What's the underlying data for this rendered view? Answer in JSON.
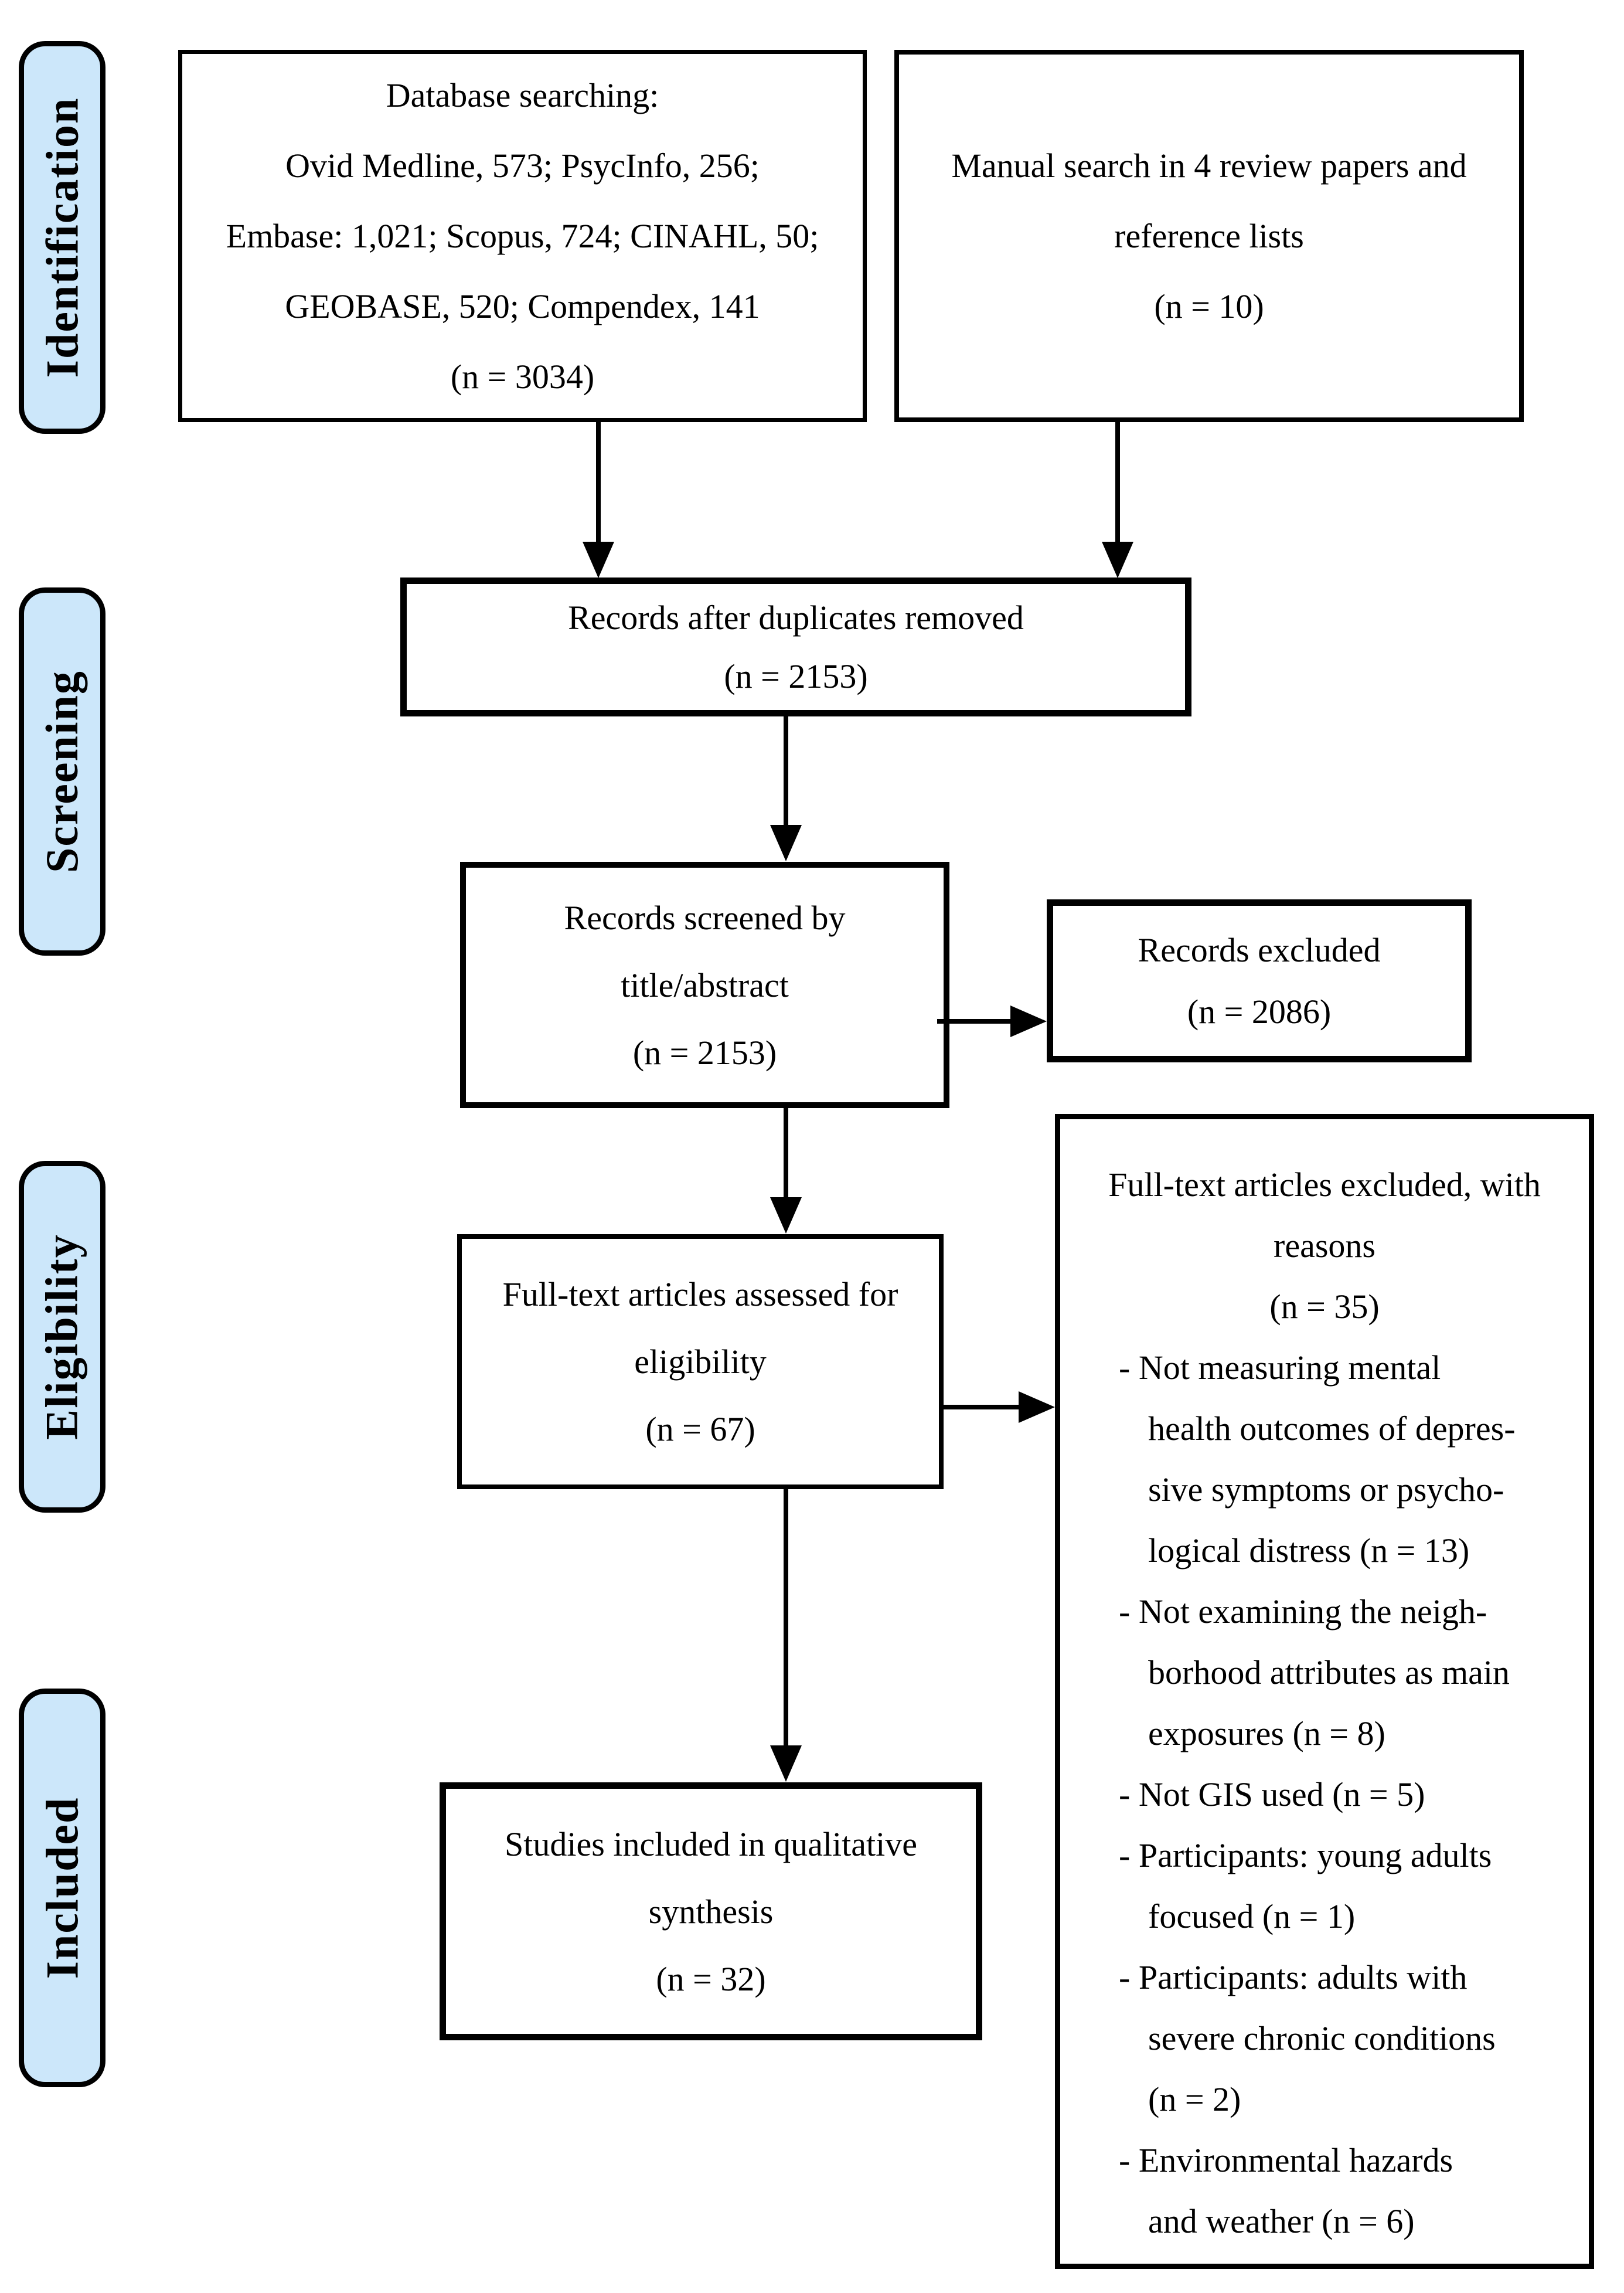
{
  "stages": [
    {
      "label": "Identification"
    },
    {
      "label": "Screening"
    },
    {
      "label": "Eligibility"
    },
    {
      "label": "Included"
    }
  ],
  "boxes": {
    "database_search": {
      "lines": [
        "Database searching:",
        "Ovid Medline, 573; PsycInfo, 256;",
        "Embase: 1,021; Scopus, 724; CINAHL, 50;",
        "GEOBASE, 520; Compendex, 141",
        "(n = 3034)"
      ]
    },
    "manual_search": {
      "lines": [
        "Manual search in 4 review papers and",
        "reference lists",
        "(n = 10)"
      ]
    },
    "duplicates_removed": {
      "lines": [
        "Records after duplicates removed",
        "(n = 2153)"
      ]
    },
    "records_screened": {
      "lines": [
        "Records screened by",
        "title/abstract",
        "(n = 2153)"
      ]
    },
    "records_excluded": {
      "lines": [
        "Records excluded",
        "(n = 2086)"
      ]
    },
    "fulltext_assessed": {
      "lines": [
        "Full-text articles assessed for",
        "eligibility",
        "(n = 67)"
      ]
    },
    "fulltext_excluded": {
      "header_lines": [
        "Full-text articles excluded, with",
        "reasons",
        "(n = 35)"
      ],
      "reason_lines": [
        {
          "text": "- Not measuring mental"
        },
        {
          "text": "health outcomes of depres-"
        },
        {
          "text": "sive symptoms or psycho-"
        },
        {
          "text": "logical distress (n = 13)"
        },
        {
          "text": "- Not examining the neigh-"
        },
        {
          "text": "borhood attributes as main"
        },
        {
          "text": "exposures (n = 8)"
        },
        {
          "text": "- Not GIS used (n = 5)"
        },
        {
          "text": "- Participants: young adults"
        },
        {
          "text": "focused (n = 1)"
        },
        {
          "text": "- Participants: adults with"
        },
        {
          "text": "severe chronic conditions"
        },
        {
          "text": "(n = 2)"
        },
        {
          "text": "- Environmental hazards"
        },
        {
          "text": "and weather (n = 6)"
        }
      ]
    },
    "included_studies": {
      "lines": [
        "Studies included in qualitative",
        "synthesis",
        "(n = 32)"
      ]
    }
  },
  "colors": {
    "stage_fill": "#cce7fa",
    "line_color": "#000000",
    "background": "#ffffff"
  }
}
